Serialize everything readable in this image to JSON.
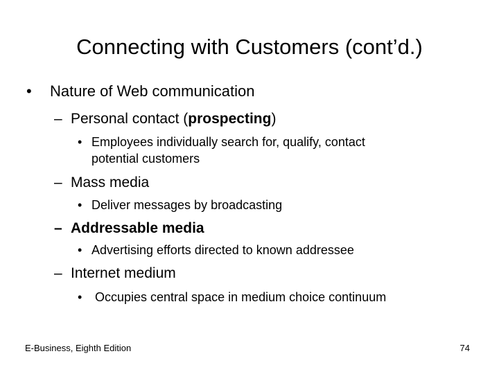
{
  "slide": {
    "title": "Connecting with Customers (cont’d.)",
    "bullet1": "Nature of Web communication",
    "sub1": {
      "label_pre": "Personal contact (",
      "label_bold": "prospecting",
      "label_post": ")",
      "detail_line1": "Employees individually search for, qualify, contact",
      "detail_line2": "potential customers"
    },
    "sub2": {
      "label": "Mass media",
      "detail": "Deliver messages by broadcasting"
    },
    "sub3": {
      "label": "Addressable media",
      "detail": "Advertising efforts directed to known addressee"
    },
    "sub4": {
      "label": "Internet medium",
      "detail": " Occupies central space in medium choice continuum"
    }
  },
  "footer": {
    "left": "E-Business, Eighth Edition",
    "page": "74"
  },
  "symbols": {
    "bullet": "•",
    "dash": "–"
  }
}
